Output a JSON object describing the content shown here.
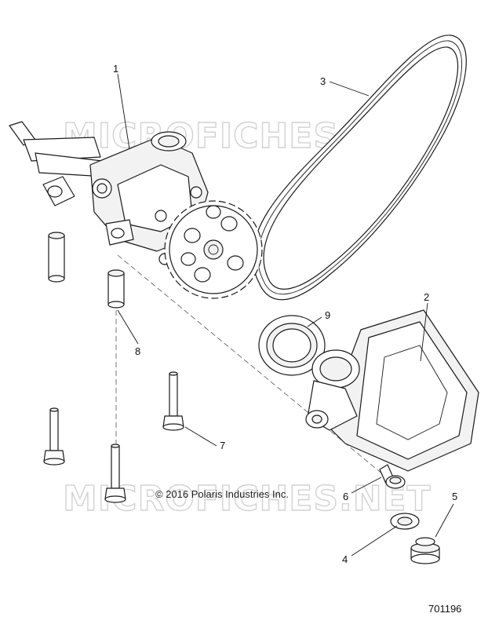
{
  "watermark": "MICROFICHES.NET",
  "copyright": "© 2016 Polaris Industries Inc.",
  "diagram_number": "701196",
  "callouts": [
    "1",
    "2",
    "3",
    "4",
    "5",
    "6",
    "7",
    "8",
    "9"
  ]
}
